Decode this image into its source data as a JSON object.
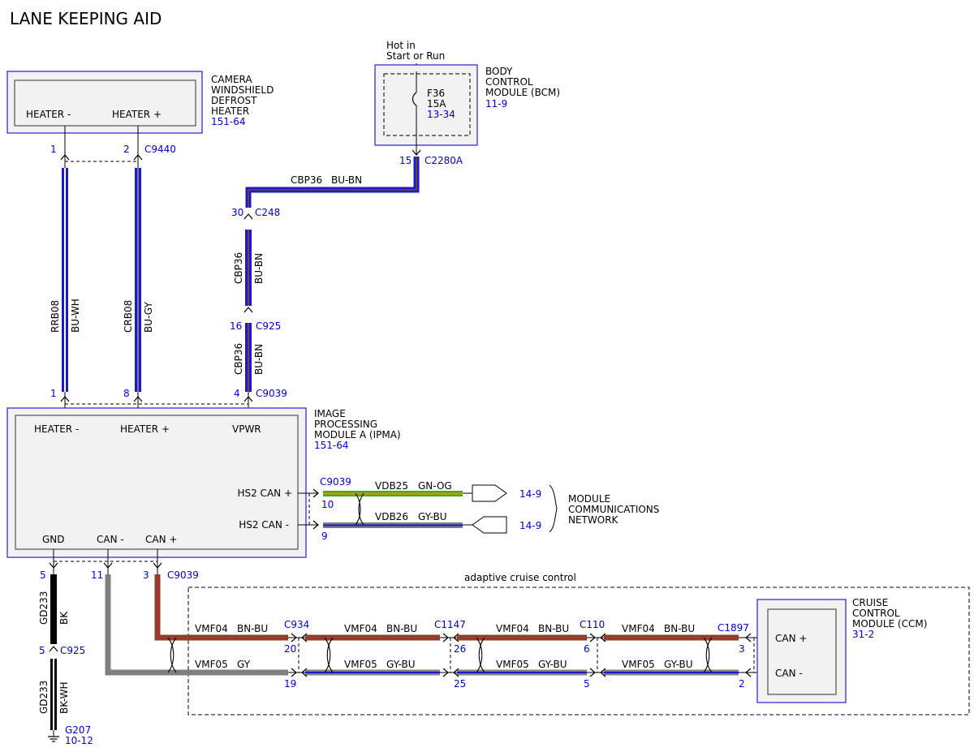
{
  "title": "LANE KEEPING AID",
  "colors": {
    "module_border": "#2222cc",
    "module_fill": "#f2f2f2",
    "ref_text": "#0000cc",
    "wire_blue": "#1a1acc",
    "wire_brown": "#7a4a28",
    "wire_white": "#ffffff",
    "wire_gray": "#7f7f7f",
    "wire_black": "#000000",
    "wire_green": "#44aa22",
    "wire_orange": "#ff8800",
    "wire_red": "#cc2233"
  },
  "camera_heater": {
    "name_lines": [
      "CAMERA",
      "WINDSHIELD",
      "DEFROST",
      "HEATER"
    ],
    "ref": "151-64",
    "pin_heater_minus": "HEATER -",
    "pin_heater_plus": "HEATER +",
    "connector": "C9440",
    "pin1": "1",
    "pin2": "2"
  },
  "bcm": {
    "name_lines": [
      "BODY",
      "CONTROL",
      "MODULE (BCM)"
    ],
    "ref": "11-9",
    "power_label_lines": [
      "Hot in",
      "Start or Run"
    ],
    "fuse_name": "F36",
    "fuse_rating": "15A",
    "fuse_ref": "13-34",
    "connector": "C2280A",
    "pin": "15"
  },
  "wires": {
    "cbp36_top": {
      "circuit": "CBP36",
      "color": "BU-BN"
    },
    "cbp36_mid": {
      "circuit": "CBP36",
      "color": "BU-BN"
    },
    "cbp36_low": {
      "circuit": "CBP36",
      "color": "BU-BN"
    },
    "rrb08": {
      "circuit": "RRB08",
      "color": "BU-WH"
    },
    "crb08": {
      "circuit": "CRB08",
      "color": "BU-GY"
    },
    "vdb25": {
      "circuit": "VDB25",
      "color": "GN-OG"
    },
    "vdb26": {
      "circuit": "VDB26",
      "color": "GY-BU"
    },
    "gd233_top": {
      "circuit": "GD233",
      "color": "BK"
    },
    "gd233_bot": {
      "circuit": "GD233",
      "color": "BK-WH"
    },
    "vmf04_1": {
      "circuit": "VMF04",
      "color": "BN-BU"
    },
    "vmf04_2": {
      "circuit": "VMF04",
      "color": "BN-BU"
    },
    "vmf04_3": {
      "circuit": "VMF04",
      "color": "BN-BU"
    },
    "vmf04_4": {
      "circuit": "VMF04",
      "color": "BN-BU"
    },
    "vmf05_1": {
      "circuit": "VMF05",
      "color": "GY"
    },
    "vmf05_2": {
      "circuit": "VMF05",
      "color": "GY-BU"
    },
    "vmf05_3": {
      "circuit": "VMF05",
      "color": "GY-BU"
    },
    "vmf05_4": {
      "circuit": "VMF05",
      "color": "GY-BU"
    }
  },
  "connectors": {
    "c248": {
      "name": "C248",
      "pin": "30"
    },
    "c925_power": {
      "name": "C925",
      "pin": "16"
    },
    "c9039_top": {
      "name": "C9039",
      "pin_vpwr": "4",
      "pin_heater_minus": "1",
      "pin_heater_plus": "8"
    },
    "c9039_can": {
      "name": "C9039",
      "pin_plus": "10",
      "pin_minus": "9"
    },
    "c9039_bottom": {
      "name": "C9039",
      "pin_gnd": "5",
      "pin_can_minus": "11",
      "pin_can_plus": "3"
    },
    "c925_ground": {
      "name": "C925",
      "pin": "5"
    },
    "c934": {
      "name": "C934",
      "pin_plus": "20",
      "pin_minus": "19"
    },
    "c1147": {
      "name": "C1147",
      "pin_plus": "26",
      "pin_minus": "25"
    },
    "c110": {
      "name": "C110",
      "pin_plus": "6",
      "pin_minus": "5"
    },
    "c1897": {
      "name": "C1897",
      "pin_plus": "3",
      "pin_minus": "2"
    }
  },
  "ipma": {
    "name_lines": [
      "IMAGE",
      "PROCESSING",
      "MODULE A (IPMA)"
    ],
    "ref": "151-64",
    "pin_heater_minus": "HEATER -",
    "pin_heater_plus": "HEATER +",
    "pin_vpwr": "VPWR",
    "pin_hs2_can_plus": "HS2 CAN +",
    "pin_hs2_can_minus": "HS2 CAN -",
    "pin_gnd": "GND",
    "pin_can_minus": "CAN -",
    "pin_can_plus": "CAN +"
  },
  "network": {
    "name_lines": [
      "MODULE",
      "COMMUNICATIONS",
      "NETWORK"
    ],
    "ref_plus": "14-9",
    "ref_minus": "14-9"
  },
  "ground": {
    "name": "G207",
    "ref": "10-12"
  },
  "acc": {
    "label": "adaptive cruise control"
  },
  "ccm": {
    "name_lines": [
      "CRUISE",
      "CONTROL",
      "MODULE (CCM)"
    ],
    "ref": "31-2",
    "pin_can_plus": "CAN +",
    "pin_can_minus": "CAN -"
  }
}
